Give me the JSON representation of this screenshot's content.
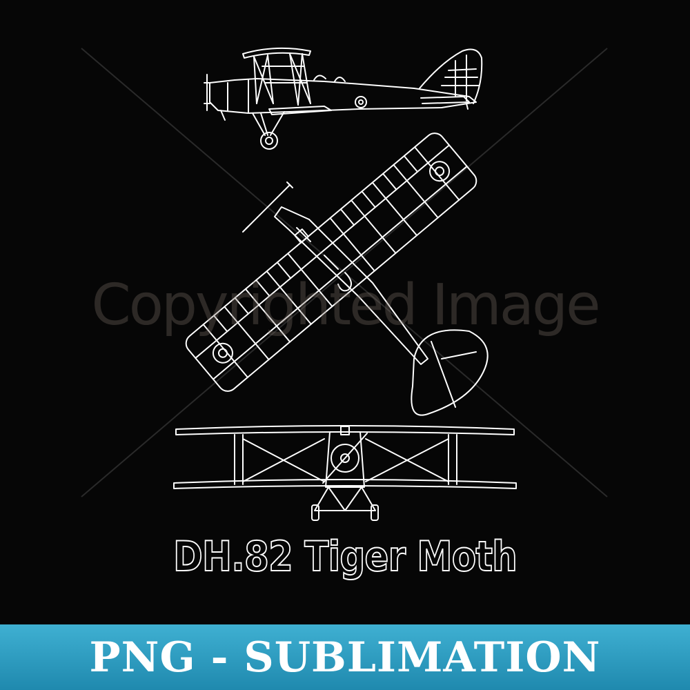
{
  "watermark": {
    "text": "Copyrighted Image"
  },
  "aircraft": {
    "title": "DH.82 Tiger Moth"
  },
  "banner": {
    "text": "PNG - SUBLIMATION",
    "color": "#2a9cc3"
  }
}
